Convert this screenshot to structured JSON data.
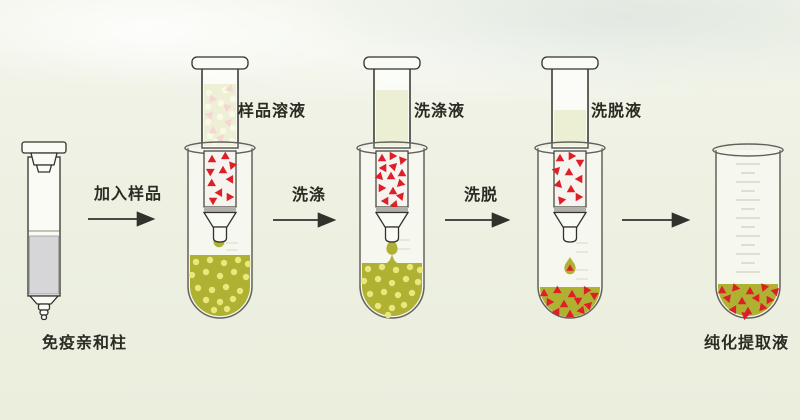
{
  "diagram": {
    "items": {
      "affinity_column": {
        "label": "免疫亲和柱"
      },
      "sample_stage": {
        "label": "样品溶液"
      },
      "wash_stage": {
        "label": "洗涤液"
      },
      "elution_stage": {
        "label": "洗脱液"
      },
      "extract_tube": {
        "label": "纯化提取液"
      }
    },
    "arrows": {
      "add_sample": {
        "label": "加入样品"
      },
      "wash": {
        "label": "洗涤"
      },
      "elute": {
        "label": "洗脱"
      },
      "collect": {
        "label": ""
      }
    },
    "colors": {
      "background": "#eef1e3",
      "liquid_olive": "#aeb132",
      "wash_olive": "#a7ac2a",
      "particle_yellow": "#e9e77d",
      "analyte_red": "#df1f27",
      "packing_gray": "#d6d6d8",
      "frit_gray": "#b2afab",
      "outline_dark": "#32322c",
      "text": "#2b2b24"
    }
  }
}
